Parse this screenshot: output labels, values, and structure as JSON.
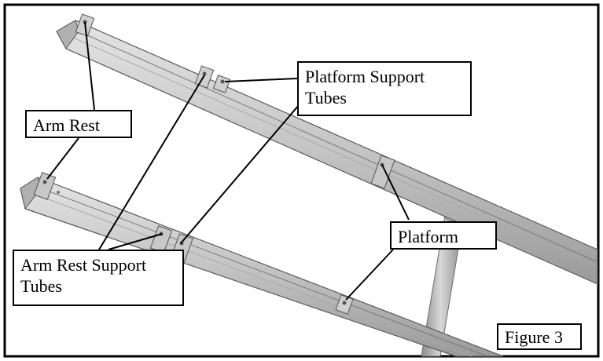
{
  "labels": {
    "platform_support_tubes": [
      "Platform Support",
      "Tubes"
    ],
    "arm_rest": "Arm Rest",
    "platform": "Platform",
    "arm_rest_support_tubes": [
      "Arm Rest Support",
      "Tubes"
    ],
    "figure": "Figure 3"
  },
  "colors": {
    "frame": "#000000",
    "tube_light": "#d9d9d9",
    "tube_mid": "#b8b8b8",
    "tube_dark": "#8f8f8f",
    "outline": "#5a5a5a"
  }
}
